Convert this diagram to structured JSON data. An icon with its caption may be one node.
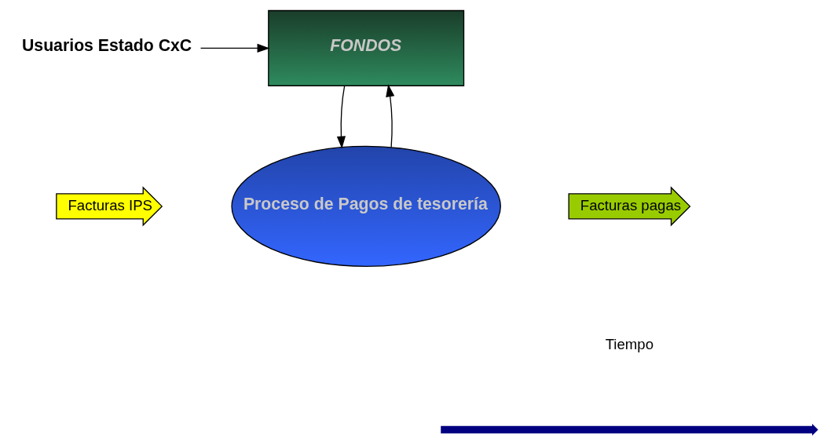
{
  "diagram": {
    "nodes": [
      {
        "text": [
          "Usuarios Estado CxC"
        ]
      },
      {
        "text": [
          "FONDOS"
        ]
      },
      {
        "text": [
          "Facturas IPS"
        ]
      },
      {
        "text": [
          "Proceso de Pagos de tesorería"
        ]
      },
      {
        "text": [
          "Facturas pagas"
        ]
      }
    ],
    "edges": [
      {
        "from": 0,
        "to": 1,
        "arrow": "to"
      },
      {
        "from": 1,
        "to": 3,
        "arrow": "to"
      },
      {
        "from": 3,
        "to": 1,
        "arrow": "to"
      }
    ],
    "labels": [
      "Tiempo"
    ]
  }
}
